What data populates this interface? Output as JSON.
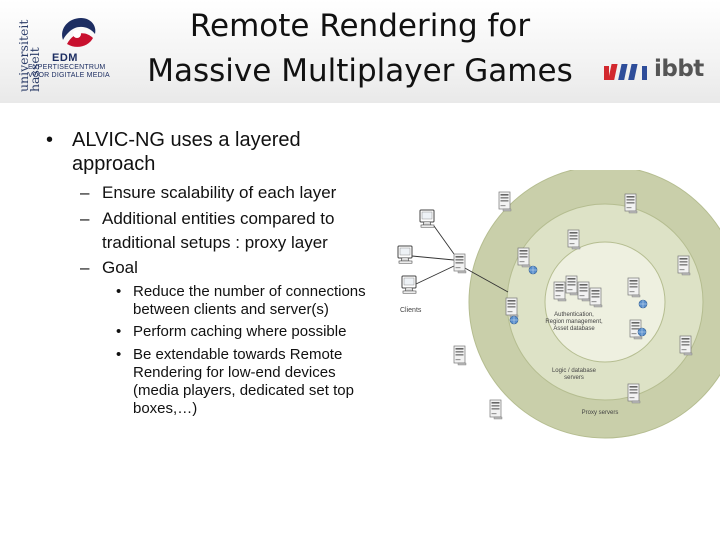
{
  "header": {
    "title_lines": [
      "Remote Rendering for",
      "Massive Multiplayer Games"
    ],
    "left_logo": {
      "university_lines": [
        "universiteit",
        "hasselt"
      ],
      "edm_name": "EDM",
      "edm_subtitle": [
        "EXPERTISECENTRUM",
        "VOOR DIGITALE MEDIA"
      ],
      "colors": {
        "navy": "#1d2e62",
        "red": "#c8102e"
      }
    },
    "right_logo": {
      "word": "ibbt",
      "colors": {
        "gray": "#555555",
        "red": "#d2282e",
        "blue": "#2e4d9a"
      }
    }
  },
  "content": {
    "bullet1": "ALVIC-NG uses a layered approach",
    "bullet1_lines": [
      "ALVIC-NG uses a layered",
      "approach"
    ],
    "sub_items": [
      {
        "lines": [
          "Ensure scalability of each layer"
        ]
      },
      {
        "lines": [
          "Additional entities compared to",
          "traditional setups : proxy layer"
        ]
      },
      {
        "lines": [
          "Goal"
        ]
      }
    ],
    "goal_items": [
      {
        "lines": [
          "Reduce the number of connections",
          "between clients and server(s)"
        ]
      },
      {
        "lines": [
          "Perform caching where possible"
        ]
      },
      {
        "lines": [
          "Be extendable towards Remote",
          "Rendering for low-end devices",
          "(media players, dedicated set top",
          "boxes,…)"
        ]
      }
    ],
    "markers": {
      "level1": "•",
      "level2": "–",
      "level3": "•"
    }
  },
  "diagram": {
    "labels": {
      "clients": "Clients",
      "auth": [
        "Authentication,",
        "Region management,",
        "Asset database"
      ],
      "logic": [
        "Logic / database",
        "servers"
      ],
      "proxy": "Proxy servers"
    },
    "colors": {
      "outer_ring": "#c9cfaa",
      "inner_ring": "#dde2c6",
      "center": "#eef0e0",
      "border": "#b5bd90",
      "text": "#444444"
    }
  }
}
